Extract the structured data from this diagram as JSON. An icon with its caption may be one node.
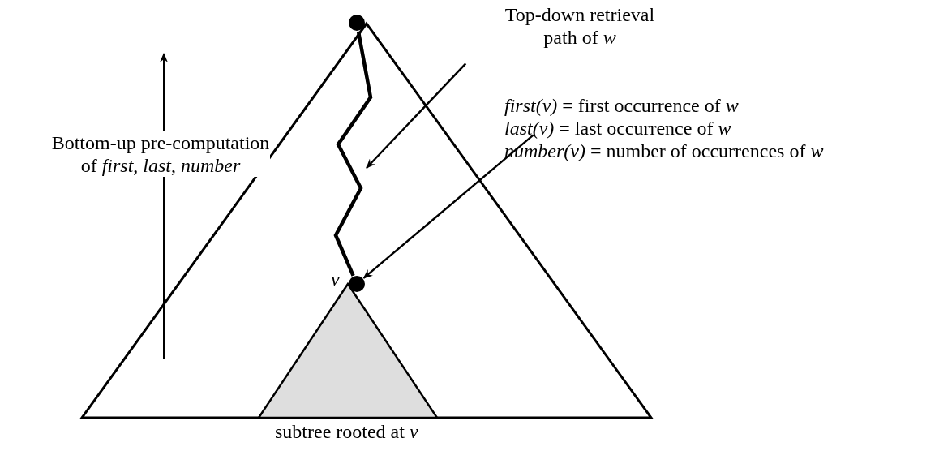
{
  "diagram": {
    "nodes": [
      {
        "text": [],
        "shape": "circle"
      },
      {
        "text": [],
        "shape": "circle",
        "in": 4,
        "beside": [
          "v"
        ]
      },
      {
        "text": [
          "Top-down retrieval path of *w*"
        ]
      },
      {
        "text": [
          "*first(v)* = first occurrence of *w*",
          "*last(v)* = last occurrence of *w*",
          "*number(v)* = number of occurrences of *w*"
        ]
      },
      {
        "text": [],
        "shape": "triangle"
      },
      {
        "text": [],
        "shape": "triangle",
        "in": 4,
        "beside": [
          "subtree rooted at *v*"
        ]
      }
    ],
    "edges": [
      {
        "from": 0,
        "to": 1,
        "arrow": "none",
        "style": "thick"
      },
      {
        "from": 2,
        "to": null,
        "arrow": "to"
      },
      {
        "from": 3,
        "to": 1,
        "arrow": "to"
      }
    ],
    "labels": [
      "Bottom-up pre-computation of *first*, *last*, *number*"
    ]
  }
}
